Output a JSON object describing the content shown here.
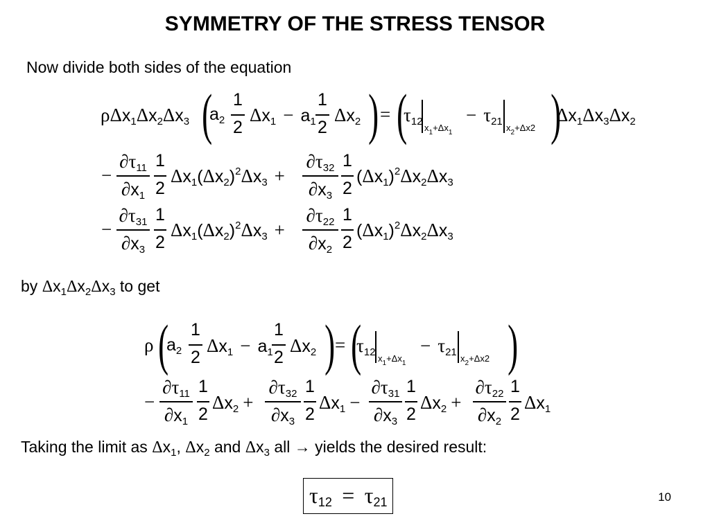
{
  "slide": {
    "title": "SYMMETRY OF THE STRESS TENSOR",
    "line1": "Now divide both sides of the equation",
    "line2": "to get",
    "line2_prefix": "by",
    "line3_a": "Taking the limit as",
    "line3_b": "and",
    "line3_c": "all",
    "line3_d": "yields the desired result:",
    "arrow": "→",
    "page_number": "10"
  },
  "symbols": {
    "rho": "ρ",
    "delta": "Δ",
    "tau": "τ",
    "partial": "∂",
    "minus": "−",
    "plus": "+",
    "equals": "=",
    "x": "x",
    "a": "a",
    "one": "1",
    "two": "2",
    "comma": ","
  },
  "final_result": {
    "lhs": "τ",
    "lhs_sub": "12",
    "eq": "=",
    "rhs": "τ",
    "rhs_sub": "21"
  }
}
